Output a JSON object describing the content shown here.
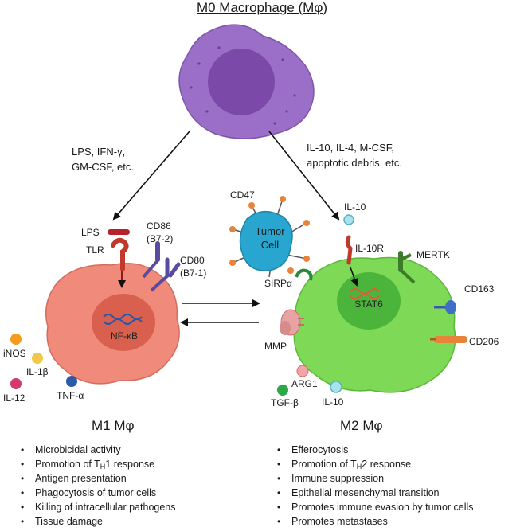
{
  "title": "M0 Macrophage (Mφ)",
  "m1_inducers": [
    "LPS, IFN-γ,",
    "GM-CSF, etc."
  ],
  "m2_inducers": [
    "IL-10, IL-4, M-CSF,",
    "apoptotic debris, etc."
  ],
  "m1": {
    "heading": "M1 Mφ",
    "nucleus": "NF-κB",
    "receptors": {
      "lps": "LPS",
      "tlr": "TLR",
      "cd86": [
        "CD86",
        "(B7-2)"
      ],
      "cd80": [
        "CD80",
        "(B7-1)"
      ]
    },
    "cytokines": [
      "iNOS",
      "IL-1β",
      "IL-12",
      "TNF-α"
    ],
    "functions": [
      [
        "Microbicidal activity"
      ],
      [
        "Promotion of T",
        "H",
        "1 response"
      ],
      [
        "Antigen presentation"
      ],
      [
        "Phagocytosis of tumor cells"
      ],
      [
        "Killing of intracellular pathogens"
      ],
      [
        "Tissue damage"
      ]
    ]
  },
  "m2": {
    "heading": "M2 Mφ",
    "nucleus": "STAT6",
    "receptors": {
      "il10": "IL-10",
      "il10r": "IL-10R",
      "mertk": "MERTK",
      "cd163": "CD163",
      "cd206": "CD206",
      "sirpa": "SIRPα",
      "mmp": "MMP"
    },
    "secreted": [
      "ARG1",
      "TGF-β",
      "IL-10"
    ],
    "functions": [
      [
        "Efferocytosis"
      ],
      [
        "Promotion of T",
        "H",
        "2 response"
      ],
      [
        "Immune suppression"
      ],
      [
        "Epithelial mesenchymal transition"
      ],
      [
        "Promotes immune evasion by tumor cells"
      ],
      [
        "Promotes metastases"
      ]
    ]
  },
  "tumor": {
    "label": [
      "Tumor",
      "Cell"
    ],
    "marker": "CD47"
  },
  "colors": {
    "m0_cell": "#9b6fc8",
    "m0_nucleus": "#7b4aa8",
    "m1_cell": "#f08a7a",
    "m1_nucleus": "#d9604e",
    "m2_cell": "#7ed957",
    "m2_nucleus": "#4bb43a",
    "tumor": "#29a6cf",
    "tumor_spikes": "#e8833a"
  }
}
